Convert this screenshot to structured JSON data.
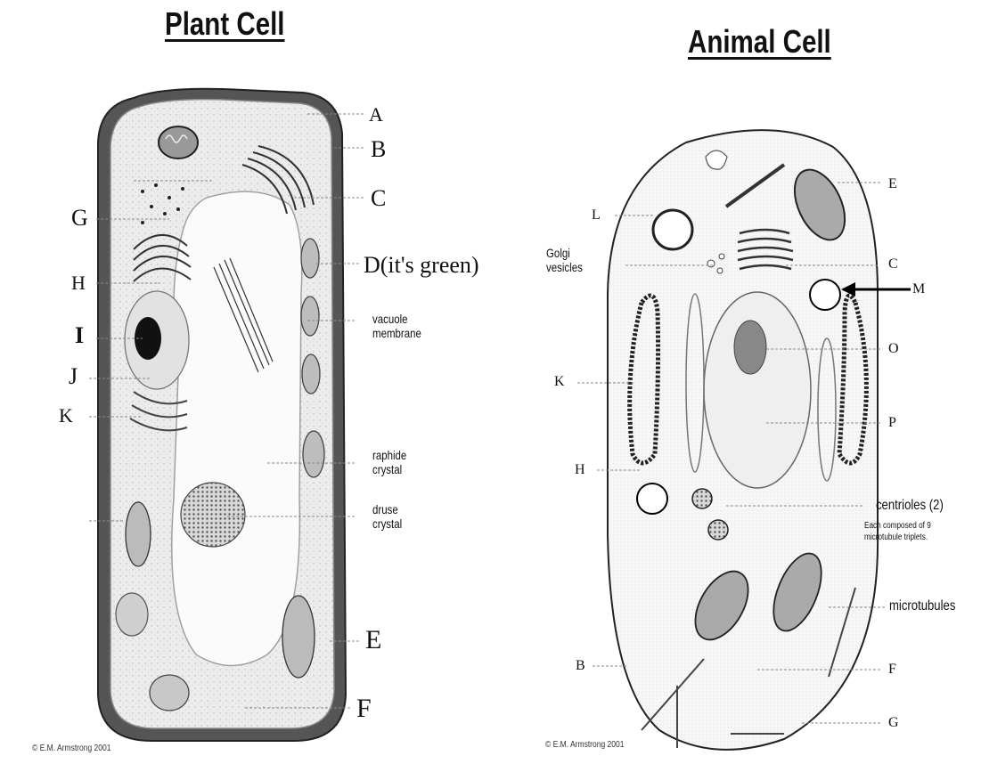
{
  "plant": {
    "title": "Plant Cell",
    "labels": {
      "A": "A",
      "B": "B",
      "C": "C",
      "D": "D(it's green)",
      "E": "E",
      "F": "F",
      "G": "G",
      "H": "H",
      "I": "I",
      "J": "J",
      "K": "K"
    },
    "vacuole_membrane": "vacuole\nmembrane",
    "raphide_crystal": "raphide\ncrystal",
    "druse_crystal": "druse\ncrystal",
    "copyright": "© E.M. Armstrong 2001"
  },
  "animal": {
    "title": "Animal Cell",
    "labels": {
      "B": "B",
      "C": "C",
      "E": "E",
      "F": "F",
      "G": "G",
      "H": "H",
      "K": "K",
      "L": "L",
      "M": "M",
      "O": "O",
      "P": "P"
    },
    "golgi_vesicles": "Golgi\nvesicles",
    "centrioles": "centrioles (2)",
    "centriole_note": "Each composed of 9\nmicrotubule triplets.",
    "microtubules": "microtubules",
    "copyright": "© E.M. Armstrong 2001"
  }
}
